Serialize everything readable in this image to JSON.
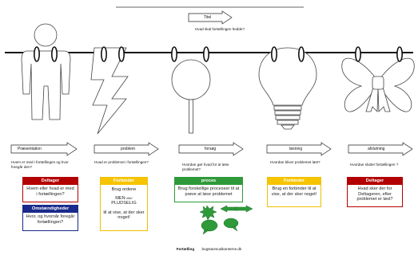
{
  "top": {
    "arrow_label": "Titel",
    "question": "Hvad skal fortællingen hedde?"
  },
  "stages": [
    {
      "label": "Præsentation",
      "question": "Hvem er med i fortællingen og hvor foregår den?"
    },
    {
      "label": "problem",
      "question": "Hvad er problemet i fortællingen?"
    },
    {
      "label": "forsøg",
      "question": "Hvordan gør hvad for at løse problemet?"
    },
    {
      "label": "løsning",
      "question": "Hvordan bliver problemet løst?"
    },
    {
      "label": "afslutning",
      "question": "Hvordan slutter fortællingen ?"
    }
  ],
  "cards": {
    "deltager1": {
      "title": "Deltager",
      "body": "Hvem eller hvad er med i fortællingen?"
    },
    "omstaendigheder": {
      "title": "Omstændigheder",
      "body": "Hvor, og hvornår foregår fortællingen?"
    },
    "forbinder1": {
      "title": "Forbinder",
      "body_1": "Brug ordene",
      "body_2": "MEN",
      "body_small": "eller",
      "body_3": "PLUDSELIG",
      "body_4": "til at vise, at der sker noget!"
    },
    "proces": {
      "title": "proces",
      "body": "Brug forskellige processer til at prøve at løse problemet"
    },
    "forbinder2": {
      "title": "Forbinder",
      "body": "Brug en forbinder til at vise, at der sker noget!"
    },
    "deltager2": {
      "title": "Deltager",
      "body": "Hvad sker der for Deltageren, efter problemet er løst?"
    }
  },
  "footer": {
    "title": "Fortælling",
    "site": "bogstavmusikanterne.dk"
  },
  "colors": {
    "red": "#b30000",
    "blue": "#1a2a8a",
    "yellow": "#f7c400",
    "green": "#2e9a3a",
    "line": "#111111"
  },
  "icons": [
    "person-icon",
    "lightning-icon",
    "magnifier-icon",
    "lightbulb-icon",
    "bow-icon",
    "clothespin-icon",
    "explosion-icon",
    "speech-bubble-icon",
    "double-arrow-icon"
  ]
}
